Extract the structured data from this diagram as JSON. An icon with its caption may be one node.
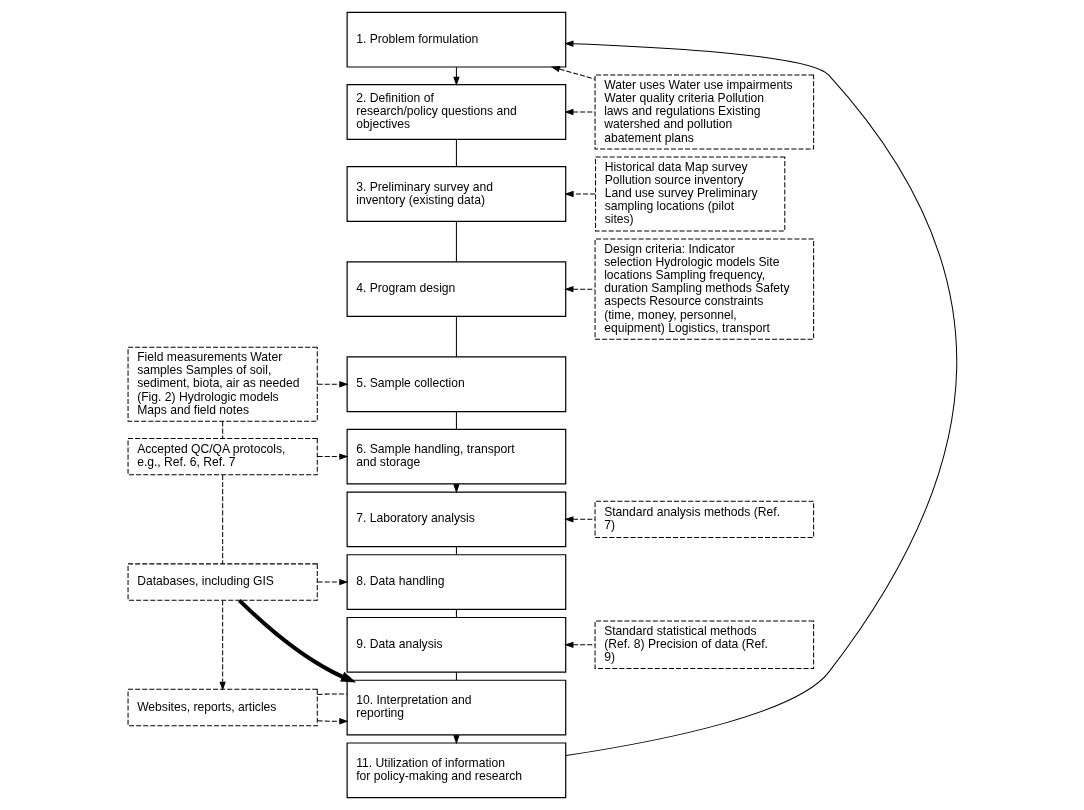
{
  "diagram": {
    "nodes": [
      {
        "text": [
          "1. Problem formulation"
        ]
      },
      {
        "text": [
          "2. Definition of research/policy questions and objectives"
        ]
      },
      {
        "text": [
          "3. Preliminary survey and inventory (existing data)"
        ]
      },
      {
        "text": [
          "4. Program design"
        ]
      },
      {
        "text": [
          "5. Sample collection"
        ]
      },
      {
        "text": [
          "6. Sample handling, transport and storage"
        ]
      },
      {
        "text": [
          "7. Laboratory analysis"
        ]
      },
      {
        "text": [
          "8. Data handling"
        ]
      },
      {
        "text": [
          "9. Data analysis"
        ]
      },
      {
        "text": [
          "10. Interpretation and reporting"
        ]
      },
      {
        "text": [
          "11. Utilization of information for policy-making and research"
        ]
      },
      {
        "text": [
          "Historical data Map survey Pollution source inventory Land use survey Preliminary sampling locations (pilot sites)"
        ]
      },
      {
        "text": [
          "Field measurements Water samples Samples of soil, sediment, biota, air as needed (Fig. 2) Hydrologic models Maps and field notes"
        ]
      },
      {
        "text": [
          "Accepted QC/QA protocols, e.g., Ref. 6, Ref. 7"
        ]
      },
      {
        "text": [
          "Databases, including GIS"
        ]
      },
      {
        "text": [
          "Websites, reports, articles"
        ]
      },
      {
        "text": [
          "Water uses Water use impairments Water quality criteria Pollution laws and regulations Existing watershed and pollution abatement plans"
        ]
      },
      {
        "text": [
          "Design criteria: Indicator selection Hydrologic models Site locations Sampling frequency, duration Sampling methods Safety aspects Resource constraints (time, money, personnel, equipment) Logistics, transport"
        ]
      },
      {
        "text": [
          "Standard analysis methods (Ref. 7)"
        ]
      },
      {
        "text": [
          "Standard statistical methods (Ref. 8) Precision of data (Ref. 9)"
        ]
      }
    ],
    "edges": [
      {
        "from": 0,
        "to": 1,
        "arrow": "to"
      },
      {
        "from": 1,
        "to": 2,
        "arrow": "none"
      },
      {
        "from": 2,
        "to": 3,
        "arrow": "none"
      },
      {
        "from": 3,
        "to": 4,
        "arrow": "none"
      },
      {
        "from": 4,
        "to": 5,
        "arrow": "none"
      },
      {
        "from": 5,
        "to": 6,
        "arrow": "to"
      },
      {
        "from": 6,
        "to": 7,
        "arrow": "none"
      },
      {
        "from": 7,
        "to": 8,
        "arrow": "none"
      },
      {
        "from": 8,
        "to": 9,
        "arrow": "none"
      },
      {
        "from": 9,
        "to": 10,
        "arrow": "to"
      },
      {
        "from": 10,
        "to": 0,
        "arrow": "to"
      },
      {
        "from": 16,
        "to": 0,
        "arrow": "to",
        "style": "dashed"
      },
      {
        "from": 16,
        "to": 1,
        "arrow": "to",
        "style": "dashed"
      },
      {
        "from": 11,
        "to": 2,
        "arrow": "to",
        "style": "dashed"
      },
      {
        "from": 17,
        "to": 3,
        "arrow": "to",
        "style": "dashed"
      },
      {
        "from": 12,
        "to": 4,
        "arrow": "to",
        "style": "dashed"
      },
      {
        "from": 12,
        "to": 13,
        "arrow": "none",
        "style": "dashed"
      },
      {
        "from": 13,
        "to": 5,
        "arrow": "to",
        "style": "dashed"
      },
      {
        "from": 18,
        "to": 6,
        "arrow": "to",
        "style": "dashed"
      },
      {
        "from": 13,
        "to": 14,
        "arrow": "none",
        "style": "dashed"
      },
      {
        "from": 14,
        "to": 7,
        "arrow": "to",
        "style": "dashed"
      },
      {
        "from": 14,
        "to": 9,
        "arrow": "to",
        "style": "thick"
      },
      {
        "from": 14,
        "to": 15,
        "arrow": "to",
        "style": "dashed"
      },
      {
        "from": 19,
        "to": 8,
        "arrow": "to",
        "style": "dashed"
      },
      {
        "from": 15,
        "to": 9,
        "arrow": "to",
        "style": "dashed"
      },
      {
        "from": 9,
        "to": 15,
        "arrow": "none",
        "style": "dashed"
      }
    ]
  }
}
